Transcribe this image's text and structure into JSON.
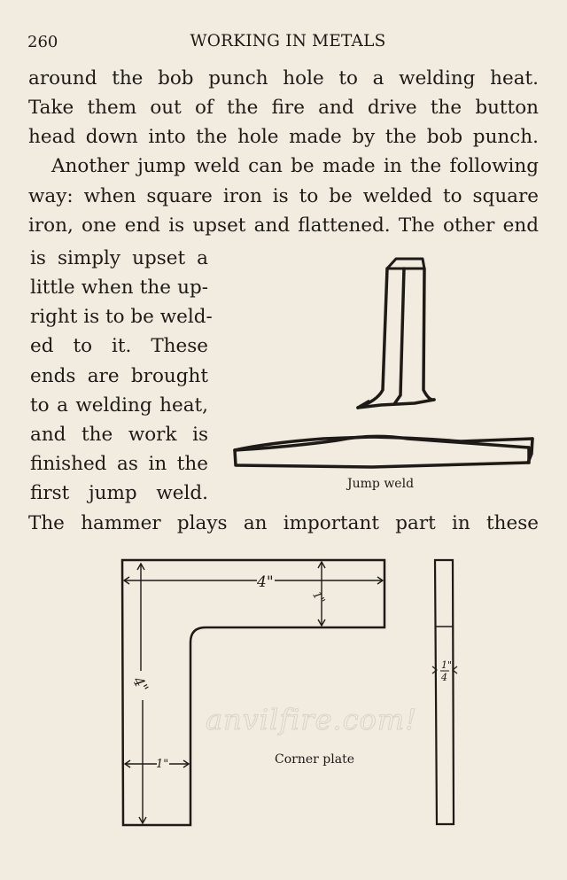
{
  "header": {
    "page_number": "260",
    "running_title": "WORKING IN METALS"
  },
  "body": {
    "lines": [
      "around the bob punch hole to a welding heat.",
      "Take them out of the fire and drive the button",
      "head down into the hole made by the bob punch.",
      "Another jump weld can be made in the following",
      "way: when square iron is to be welded to square",
      "iron, one end is upset and flattened. The other end"
    ],
    "wrapped_lines": [
      "is simply upset a",
      "little when the up-",
      "right is to be weld-",
      "ed to it. These",
      "ends are brought",
      "to a welding heat,",
      "and the work is",
      "finished as in the",
      "first jump weld."
    ],
    "after_figure_line": "The hammer plays an important part in these"
  },
  "figures": {
    "jump_weld": {
      "caption": "Jump weld"
    },
    "corner_plate": {
      "caption": "Corner plate",
      "dimensions": {
        "width": "4\"",
        "height": "4\"",
        "arm_width_top": "1\"",
        "arm_width_side": "1\"",
        "thickness": "1/4\""
      }
    }
  },
  "watermark": "anvilfire.com!",
  "colors": {
    "paper": "#f1ebe0",
    "ink": "#1e1a16",
    "watermark": "#d6cfc3"
  }
}
